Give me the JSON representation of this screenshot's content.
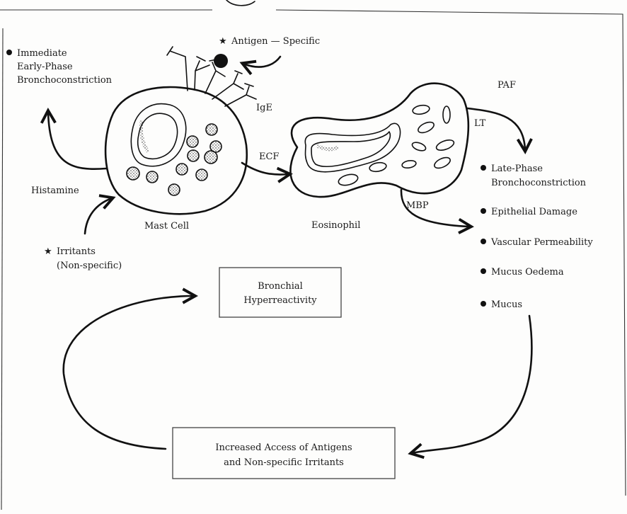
{
  "labels": {
    "antigen_specific": "Antigen — Specific",
    "immediate_1": "Immediate",
    "immediate_2": "Early-Phase",
    "immediate_3": "Bronchoconstriction",
    "ige": "IgE",
    "histamine": "Histamine",
    "mast_cell": "Mast Cell",
    "irritants_1": "Irritants",
    "irritants_2": "(Non-specific)",
    "ecf": "ECF",
    "eosinophil": "Eosinophil",
    "paf": "PAF",
    "lt": "LT",
    "mbp": "MBP",
    "late_phase_1": "Late-Phase",
    "late_phase_2": "Bronchoconstriction",
    "epithelial_damage": "Epithelial Damage",
    "vascular_permeability": "Vascular Permeability",
    "mucus_oedema": "Mucus Oedema",
    "mucus": "Mucus",
    "bronchial_1": "Bronchial",
    "bronchial_2": "Hyperreactivity",
    "increased_1": "Increased Access of Antigens",
    "increased_2": "and Non-specific Irritants"
  },
  "colors": {
    "ink": "#111111",
    "background": "#fdfdfc",
    "border": "#444444"
  }
}
